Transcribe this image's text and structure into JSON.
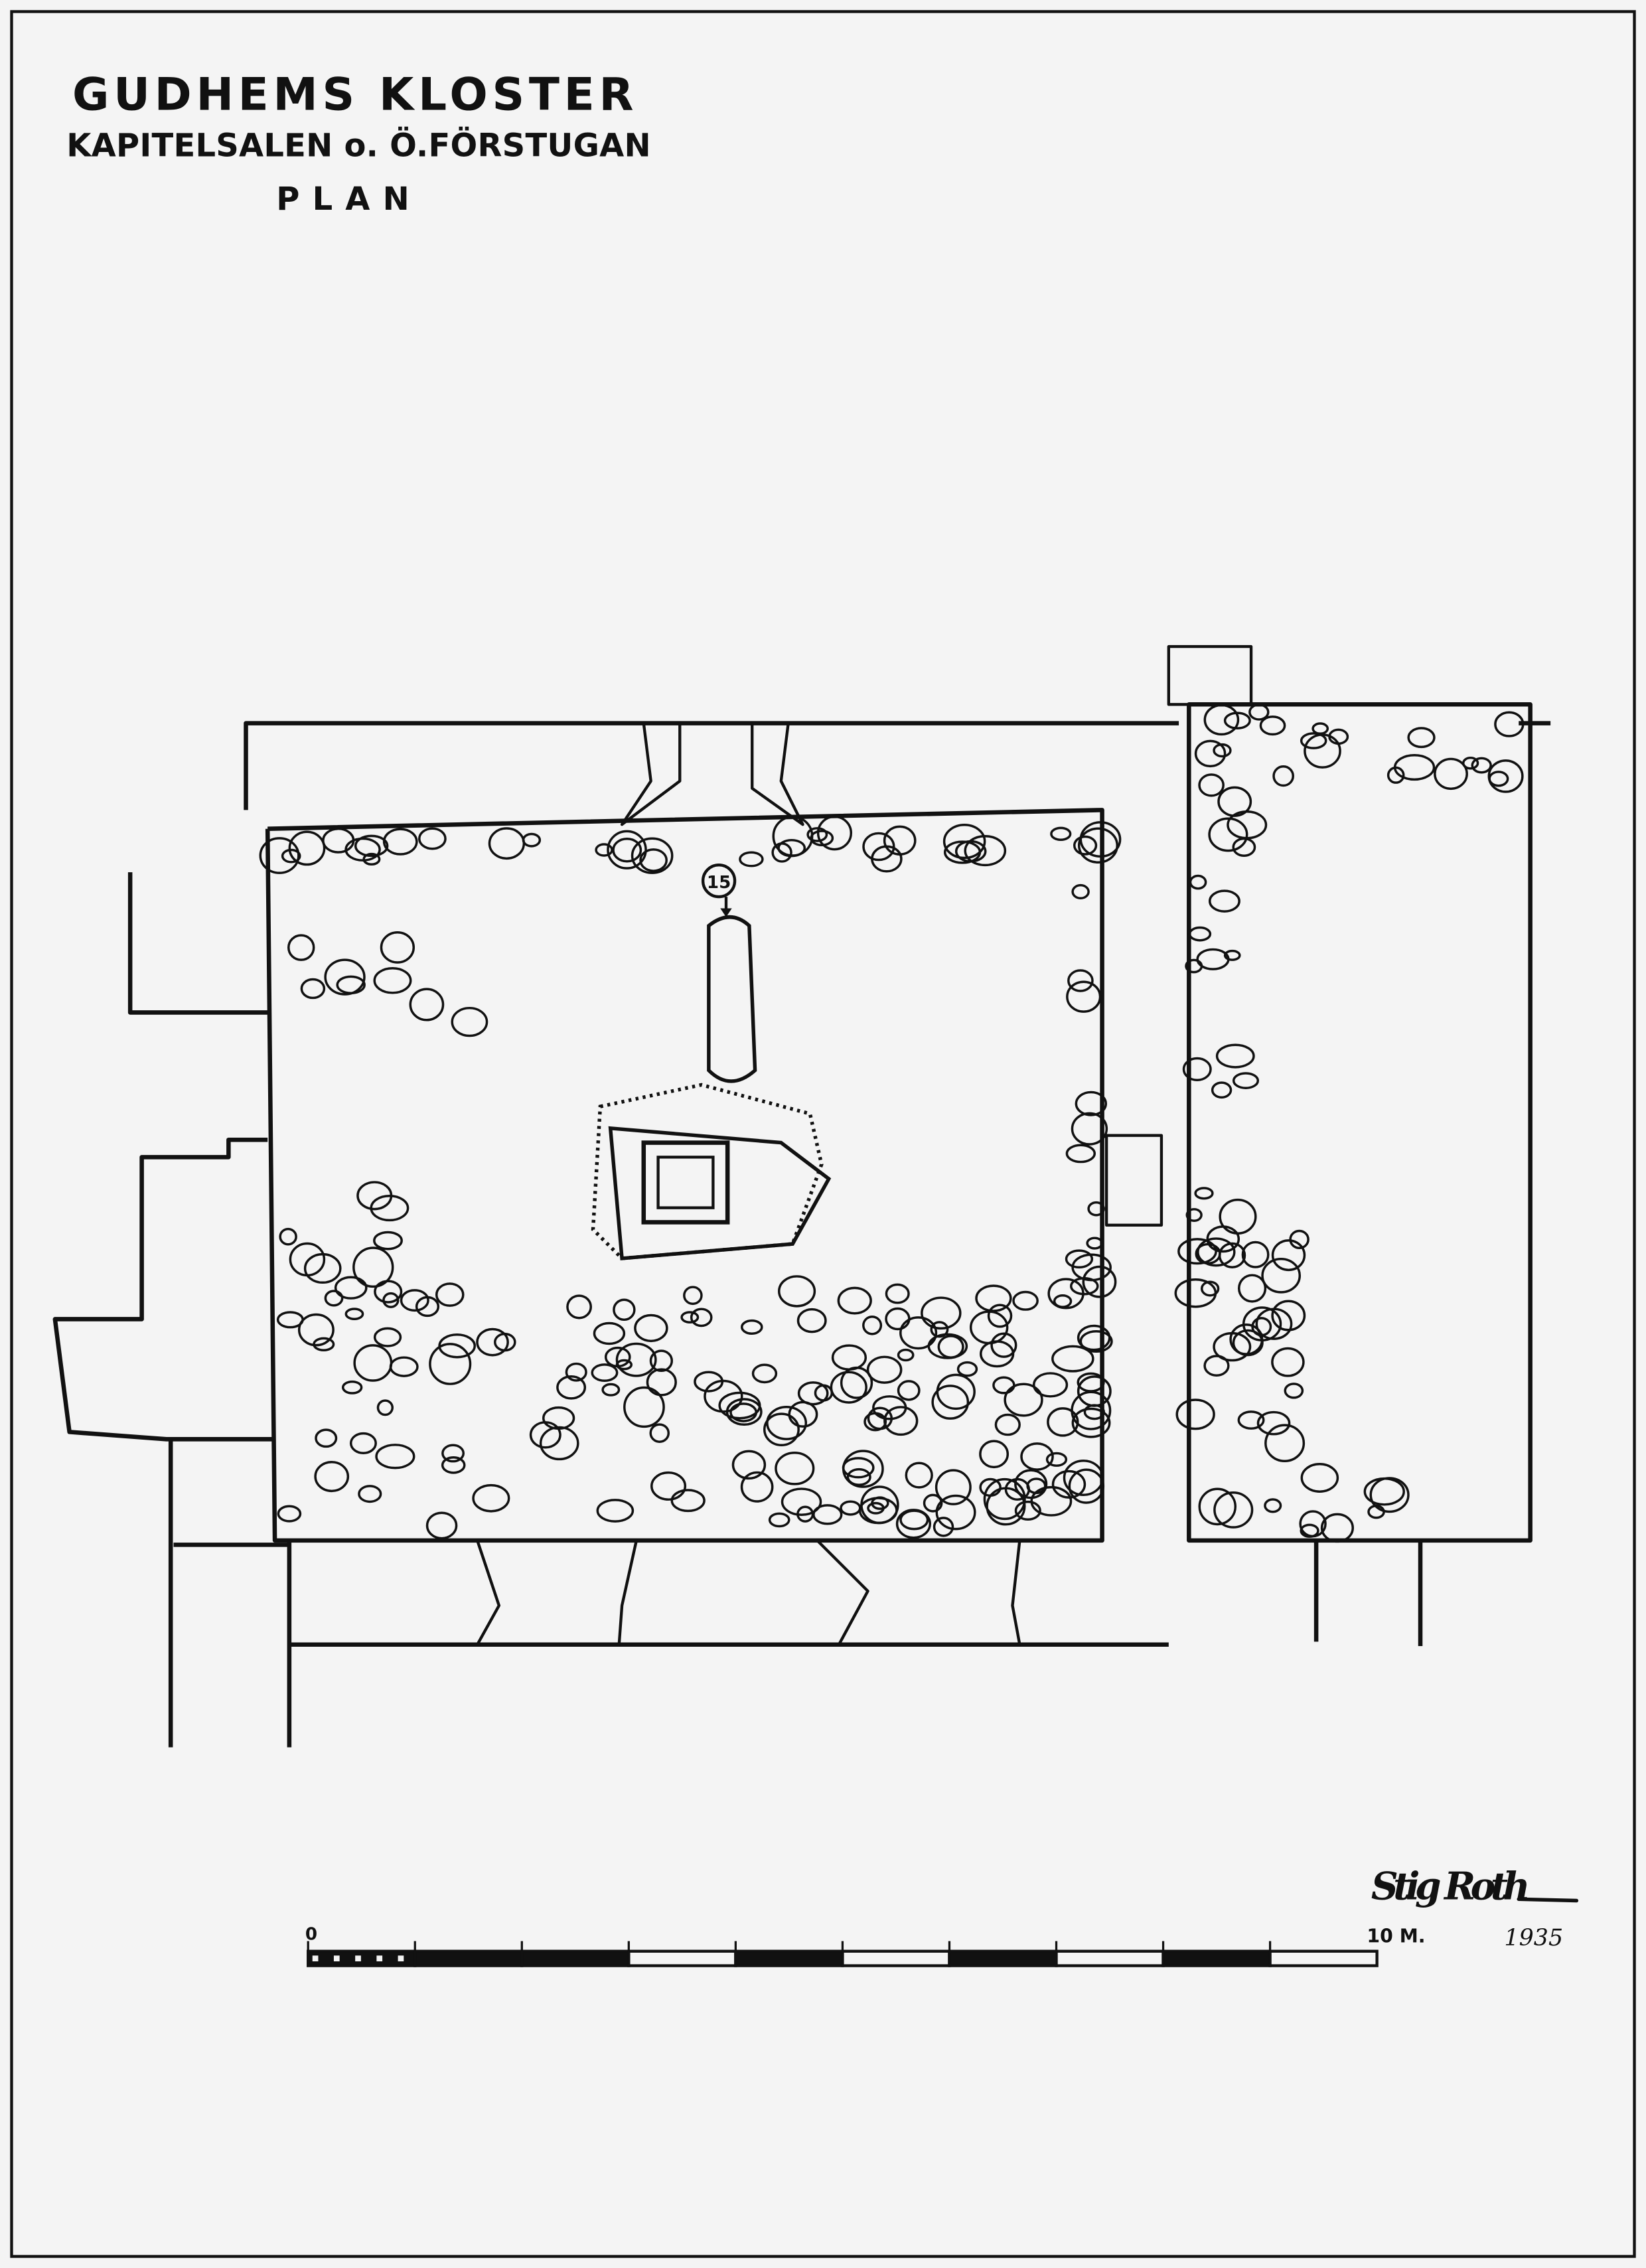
{
  "title": {
    "main": "GUDHEMS KLOSTER",
    "subtitle": "KAPITELSALEN o. Ö.FÖRSTUGAN",
    "view": "PLAN"
  },
  "plan": {
    "marker_label": "15"
  },
  "scale_bar": {
    "start_label": "0",
    "end_label": "10 M.",
    "segments": 10
  },
  "signature": {
    "name": "Stig Roth",
    "year": "1935"
  },
  "colors": {
    "paper": "#f4f4f4",
    "ink": "#111111"
  }
}
